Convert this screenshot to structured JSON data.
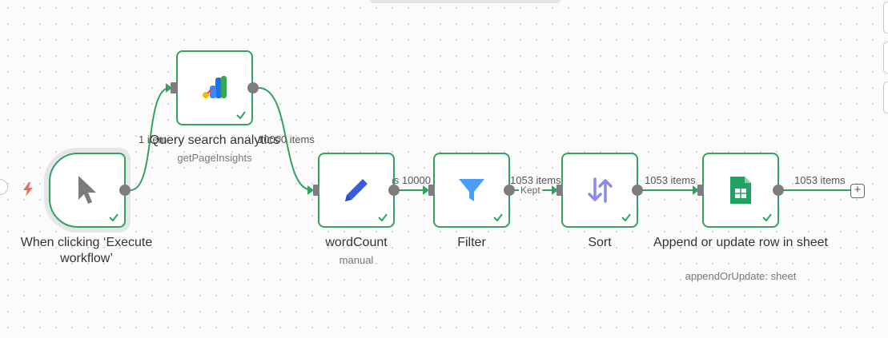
{
  "nodes": {
    "trigger": {
      "title": "When clicking ‘Execute workflow’",
      "icon": "cursor-icon"
    },
    "query": {
      "title": "Query search analytics",
      "subtitle": "getPageInsights",
      "icon": "google-analytics-icon"
    },
    "wordcount": {
      "title": "wordCount",
      "subtitle": "manual",
      "icon": "pencil-icon"
    },
    "filter": {
      "title": "Filter",
      "icon": "funnel-icon"
    },
    "sort": {
      "title": "Sort",
      "icon": "sort-arrows-icon"
    },
    "sheet": {
      "title": "Append or update row in sheet",
      "subtitle": "appendOrUpdate: sheet",
      "icon": "google-sheets-icon"
    }
  },
  "edges": {
    "trigger_to_query": "1 item",
    "query_to_wordcount": "10000 items",
    "wordcount_to_filter": "10000 items",
    "filter_to_sort": "1053 items",
    "filter_to_sort_branch": "Kept",
    "sort_to_sheet": "1053 items",
    "sheet_out": "1053 items"
  },
  "controls": {
    "add_node": "+"
  },
  "colors": {
    "success": "#33a161",
    "handle": "#7d7d7d",
    "pencil": "#3b5bdb",
    "funnel": "#4a9df8",
    "sort": "#8b8be8",
    "sheets": "#1ea362"
  }
}
